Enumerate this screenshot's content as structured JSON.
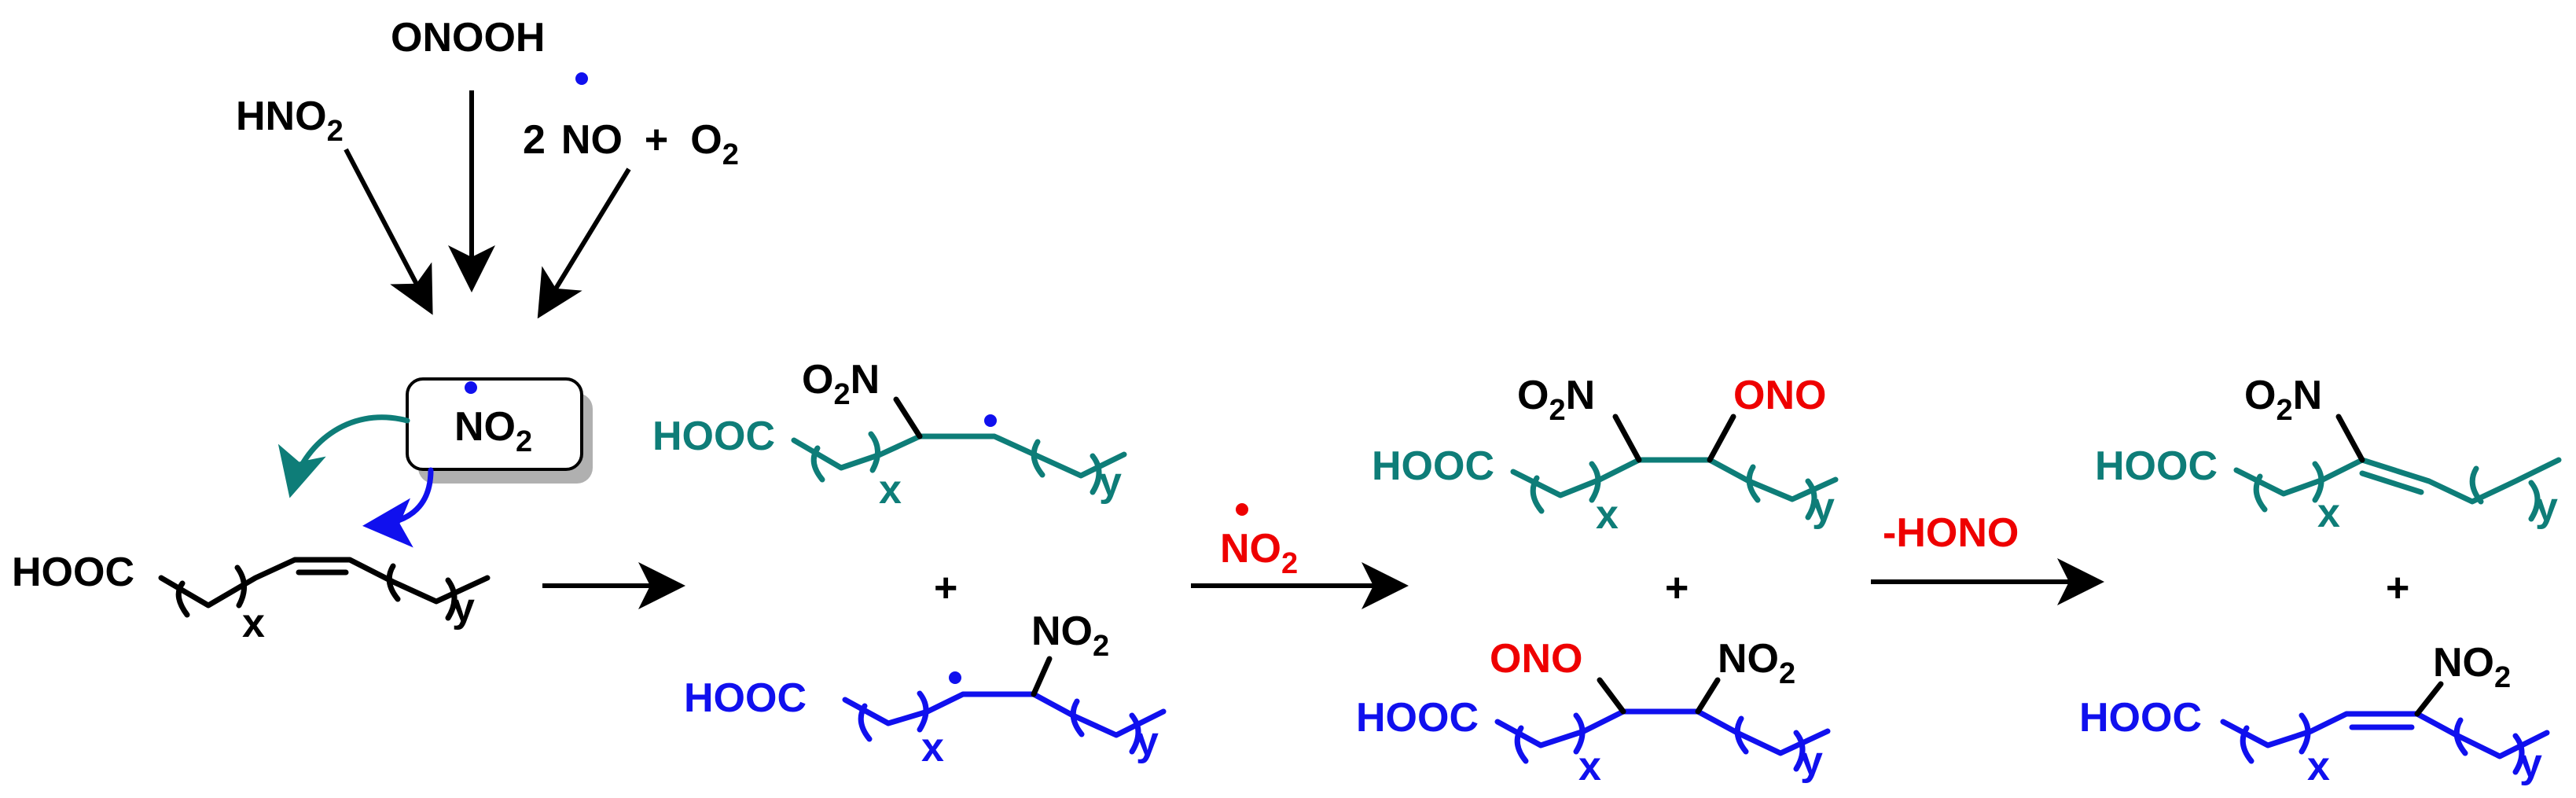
{
  "colors": {
    "black": "#000000",
    "teal": "#0e7d78",
    "blue": "#1010ee",
    "red": "#ee0000",
    "radical_dot": "#1010ee"
  },
  "sources": {
    "hno2": {
      "main": "HNO",
      "sub": "2"
    },
    "onooh": "ONOOH",
    "no_o2": {
      "coef": "2",
      "no": "NO",
      "plus": "+",
      "o2_main": "O",
      "o2_sub": "2"
    }
  },
  "radical_box": {
    "no2_main": "NO",
    "no2_sub": "2"
  },
  "substrate": {
    "acid": "HOOC",
    "x": "x",
    "y": "y"
  },
  "intermediates_1": {
    "teal": {
      "acid": "HOOC",
      "nitro": {
        "main": "O",
        "sub": "2",
        "tail": "N"
      },
      "x": "x",
      "y": "y"
    },
    "plus": "+",
    "blue": {
      "acid": "HOOC",
      "nitro": {
        "main": "NO",
        "sub": "2"
      },
      "x": "x",
      "y": "y"
    }
  },
  "step2": {
    "reagent_main": "NO",
    "reagent_sub": "2"
  },
  "intermediates_2": {
    "teal": {
      "acid": "HOOC",
      "nitro": {
        "main": "O",
        "sub": "2",
        "tail": "N"
      },
      "ono": "ONO",
      "x": "x",
      "y": "y"
    },
    "plus": "+",
    "blue": {
      "acid": "HOOC",
      "ono": "ONO",
      "nitro": {
        "main": "NO",
        "sub": "2"
      },
      "x": "x",
      "y": "y"
    }
  },
  "step3": {
    "reagent": "-HONO"
  },
  "products": {
    "teal": {
      "acid": "HOOC",
      "nitro": {
        "main": "O",
        "sub": "2",
        "tail": "N"
      },
      "x": "x",
      "y": "y"
    },
    "plus": "+",
    "blue": {
      "acid": "HOOC",
      "nitro": {
        "main": "NO",
        "sub": "2"
      },
      "x": "x",
      "y": "y"
    }
  }
}
